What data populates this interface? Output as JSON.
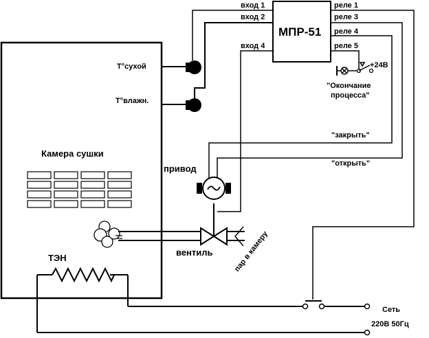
{
  "controller": {
    "name": "МПР-51"
  },
  "inputs": {
    "in1": "вход 1",
    "in2": "вход 2",
    "in4": "вход 4"
  },
  "relays": {
    "r1": "реле 1",
    "r3": "реле 3",
    "r4": "реле 4",
    "r5": "реле 5"
  },
  "sensors": {
    "dry": "Т°сухой",
    "wet": "Т°влажн."
  },
  "chamber": {
    "label": "Камера сушки"
  },
  "drive": {
    "label": "привод"
  },
  "valve": {
    "label": "вентиль"
  },
  "steam": {
    "label": "пар в камеру"
  },
  "heater": {
    "label": "ТЭН"
  },
  "signals": {
    "close": "\"закрыть\"",
    "open": "\"открыть\"",
    "end_line1": "\"Окончание",
    "end_line2": "процесса\"",
    "voltage": "+24В"
  },
  "mains": {
    "line1": "Сеть",
    "line2": "220В 50Гц"
  }
}
